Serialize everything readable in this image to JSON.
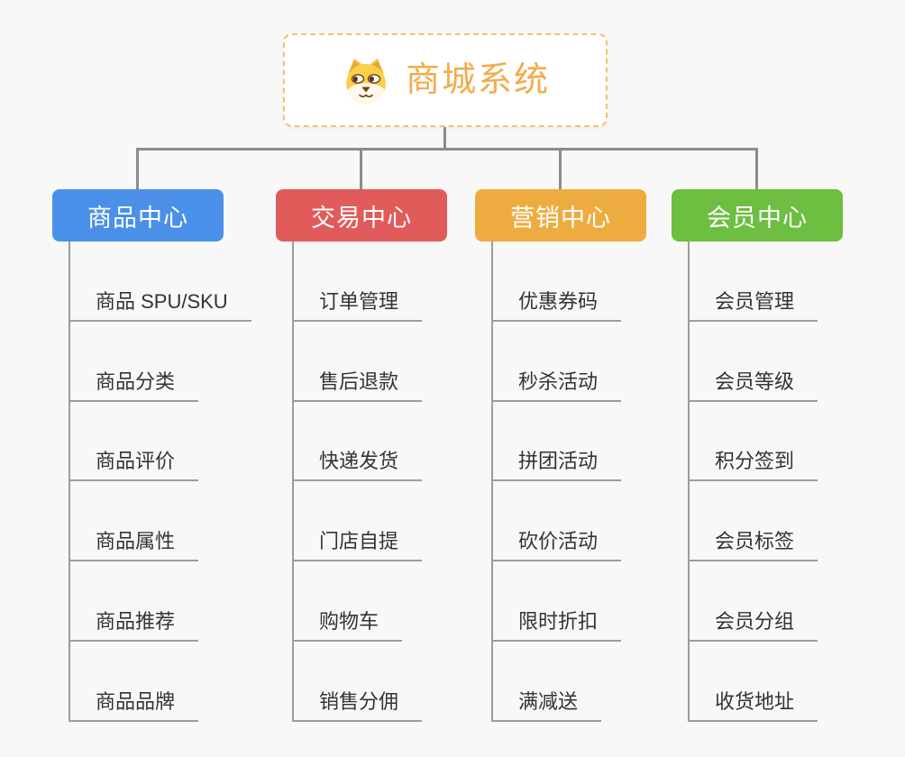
{
  "root": {
    "label": "商城系统",
    "icon": "doge-icon"
  },
  "colors": {
    "background": "#f8f8f8",
    "connector": "#8c8c8c",
    "underline": "#9c9c9c",
    "root_text": "#F2AC4A",
    "root_border": "#F6C16B",
    "item_text": "#333333"
  },
  "branches": [
    {
      "label": "商品中心",
      "color": "#4B90E8",
      "items": [
        "商品 SPU/SKU",
        "商品分类",
        "商品评价",
        "商品属性",
        "商品推荐",
        "商品品牌"
      ]
    },
    {
      "label": "交易中心",
      "color": "#E25B5B",
      "items": [
        "订单管理",
        "售后退款",
        "快递发货",
        "门店自提",
        "购物车",
        "销售分佣"
      ]
    },
    {
      "label": "营销中心",
      "color": "#EEAC40",
      "items": [
        "优惠券码",
        "秒杀活动",
        "拼团活动",
        "砍价活动",
        "限时折扣",
        "满减送"
      ]
    },
    {
      "label": "会员中心",
      "color": "#6EBE41",
      "items": [
        "会员管理",
        "会员等级",
        "积分签到",
        "会员标签",
        "会员分组",
        "收货地址"
      ]
    }
  ]
}
